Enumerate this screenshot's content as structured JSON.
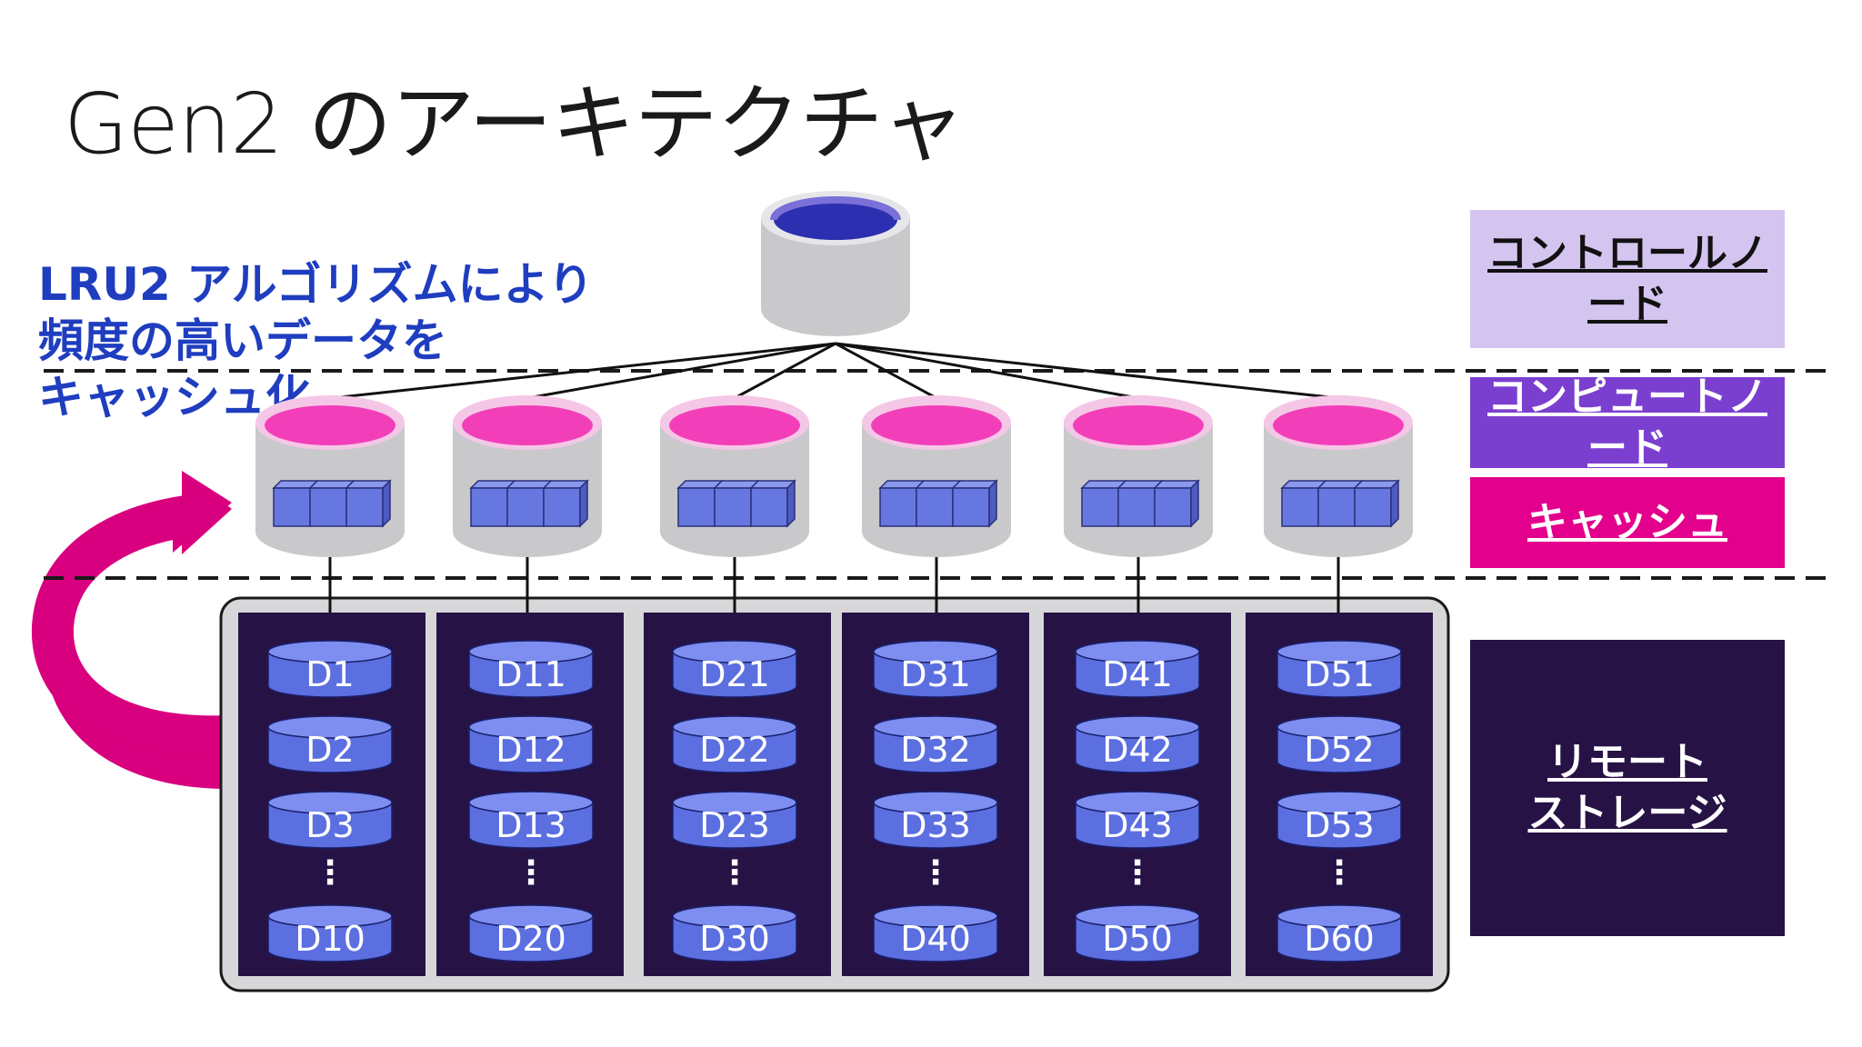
{
  "title": "Gen2 のアーキテクチャ",
  "note": {
    "line1": "LRU2 アルゴリズムにより",
    "line2": "頻度の高いデータを",
    "line3": "キャッシュ化"
  },
  "legend": {
    "control_node": "コントロールノード",
    "compute_node": "コンピュートノード",
    "cache": "キャッシュ",
    "remote_storage_line1": "リモート",
    "remote_storage_line2": "ストレージ"
  },
  "storage_columns": [
    {
      "disks": [
        "D1",
        "D2",
        "D3",
        "D10"
      ]
    },
    {
      "disks": [
        "D11",
        "D12",
        "D13",
        "D20"
      ]
    },
    {
      "disks": [
        "D21",
        "D22",
        "D23",
        "D30"
      ]
    },
    {
      "disks": [
        "D31",
        "D32",
        "D33",
        "D40"
      ]
    },
    {
      "disks": [
        "D41",
        "D42",
        "D43",
        "D50"
      ]
    },
    {
      "disks": [
        "D51",
        "D52",
        "D53",
        "D60"
      ]
    }
  ],
  "ellipsis": "⋮",
  "colors": {
    "control_top": "#2b2fb0",
    "cache_pink": "#f23fb9",
    "cache_block": "#6678e0",
    "storage_bg": "#271245",
    "disk_blue": "#5b6fe0",
    "arrow_pink": "#d9007f"
  }
}
